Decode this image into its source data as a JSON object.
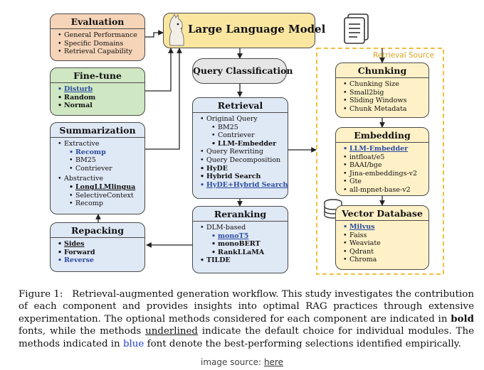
{
  "llm": {
    "title": "Large Language Model"
  },
  "evaluation": {
    "title": "Evaluation",
    "items": [
      "General Performance",
      "Specific Domains",
      "Retrieval Capability"
    ]
  },
  "finetune": {
    "title": "Fine-tune",
    "items": [
      "Disturb",
      "Random",
      "Normal"
    ]
  },
  "summarization": {
    "title": "Summarization",
    "extractive": "Extractive",
    "extractive_items": [
      "Recomp",
      "BM25",
      "Contriever"
    ],
    "abstractive": "Abstractive",
    "abstractive_items": [
      "LongLLMlingua",
      "SelectiveContext",
      "Recomp"
    ]
  },
  "repacking": {
    "title": "Repacking",
    "items": [
      "Sides",
      "Forward",
      "Reverse"
    ]
  },
  "query_classification": {
    "title": "Query Classification"
  },
  "retrieval": {
    "title": "Retrieval",
    "original_query": "Original Query",
    "original_items": [
      "BM25",
      "Contriever",
      "LLM-Embedder"
    ],
    "items": [
      "Query Rewriting",
      "Query Decomposition",
      "HyDE",
      "Hybrid Search",
      "HyDE+Hybrid Search"
    ]
  },
  "reranking": {
    "title": "Reranking",
    "dlm": "DLM-based",
    "dlm_items": [
      "monoT5",
      "monoBERT",
      "RankLLaMA"
    ],
    "tilde": "TILDE"
  },
  "retrieval_source": {
    "label": "Retrieval Source"
  },
  "chunking": {
    "title": "Chunking",
    "items": [
      "Chunking Size",
      "Small2big",
      "Sliding Windows",
      "Chunk Metadata"
    ]
  },
  "embedding": {
    "title": "Embedding",
    "items": [
      "LLM-Embedder",
      "intfloat/e5",
      "BAAI/bge",
      "Jina-embeddings-v2",
      "Gte",
      "all-mpnet-base-v2"
    ]
  },
  "vector_db": {
    "title": "Vector Database",
    "items": [
      "Milvus",
      "Faiss",
      "Weaviate",
      "Qdrant",
      "Chroma"
    ]
  },
  "caption": {
    "prefix": "Figure 1:",
    "p1": "Retrieval-augmented generation workflow. This study investigates the contribution of each component and provides insights into optimal RAG practices through extensive experimentation. The optional methods considered for each component are indicated in",
    "bold_word": "bold",
    "p2": "fonts, while the methods",
    "underlined_word": "underlined",
    "p3": "indicate the default choice for individual modules. The methods indicated in",
    "blue_word": "blue",
    "p4": "font denote the best-performing selections identified empirically."
  },
  "source": {
    "label": "image source:",
    "link": "here"
  },
  "colors": {
    "evaluation": "#f6d4b8",
    "finetune": "#cfe7c2",
    "summarization": "#dfe8f5",
    "llm": "#fbe6a0",
    "retrieval_source_border": "#f0c040",
    "best": "#2b4ca0"
  }
}
